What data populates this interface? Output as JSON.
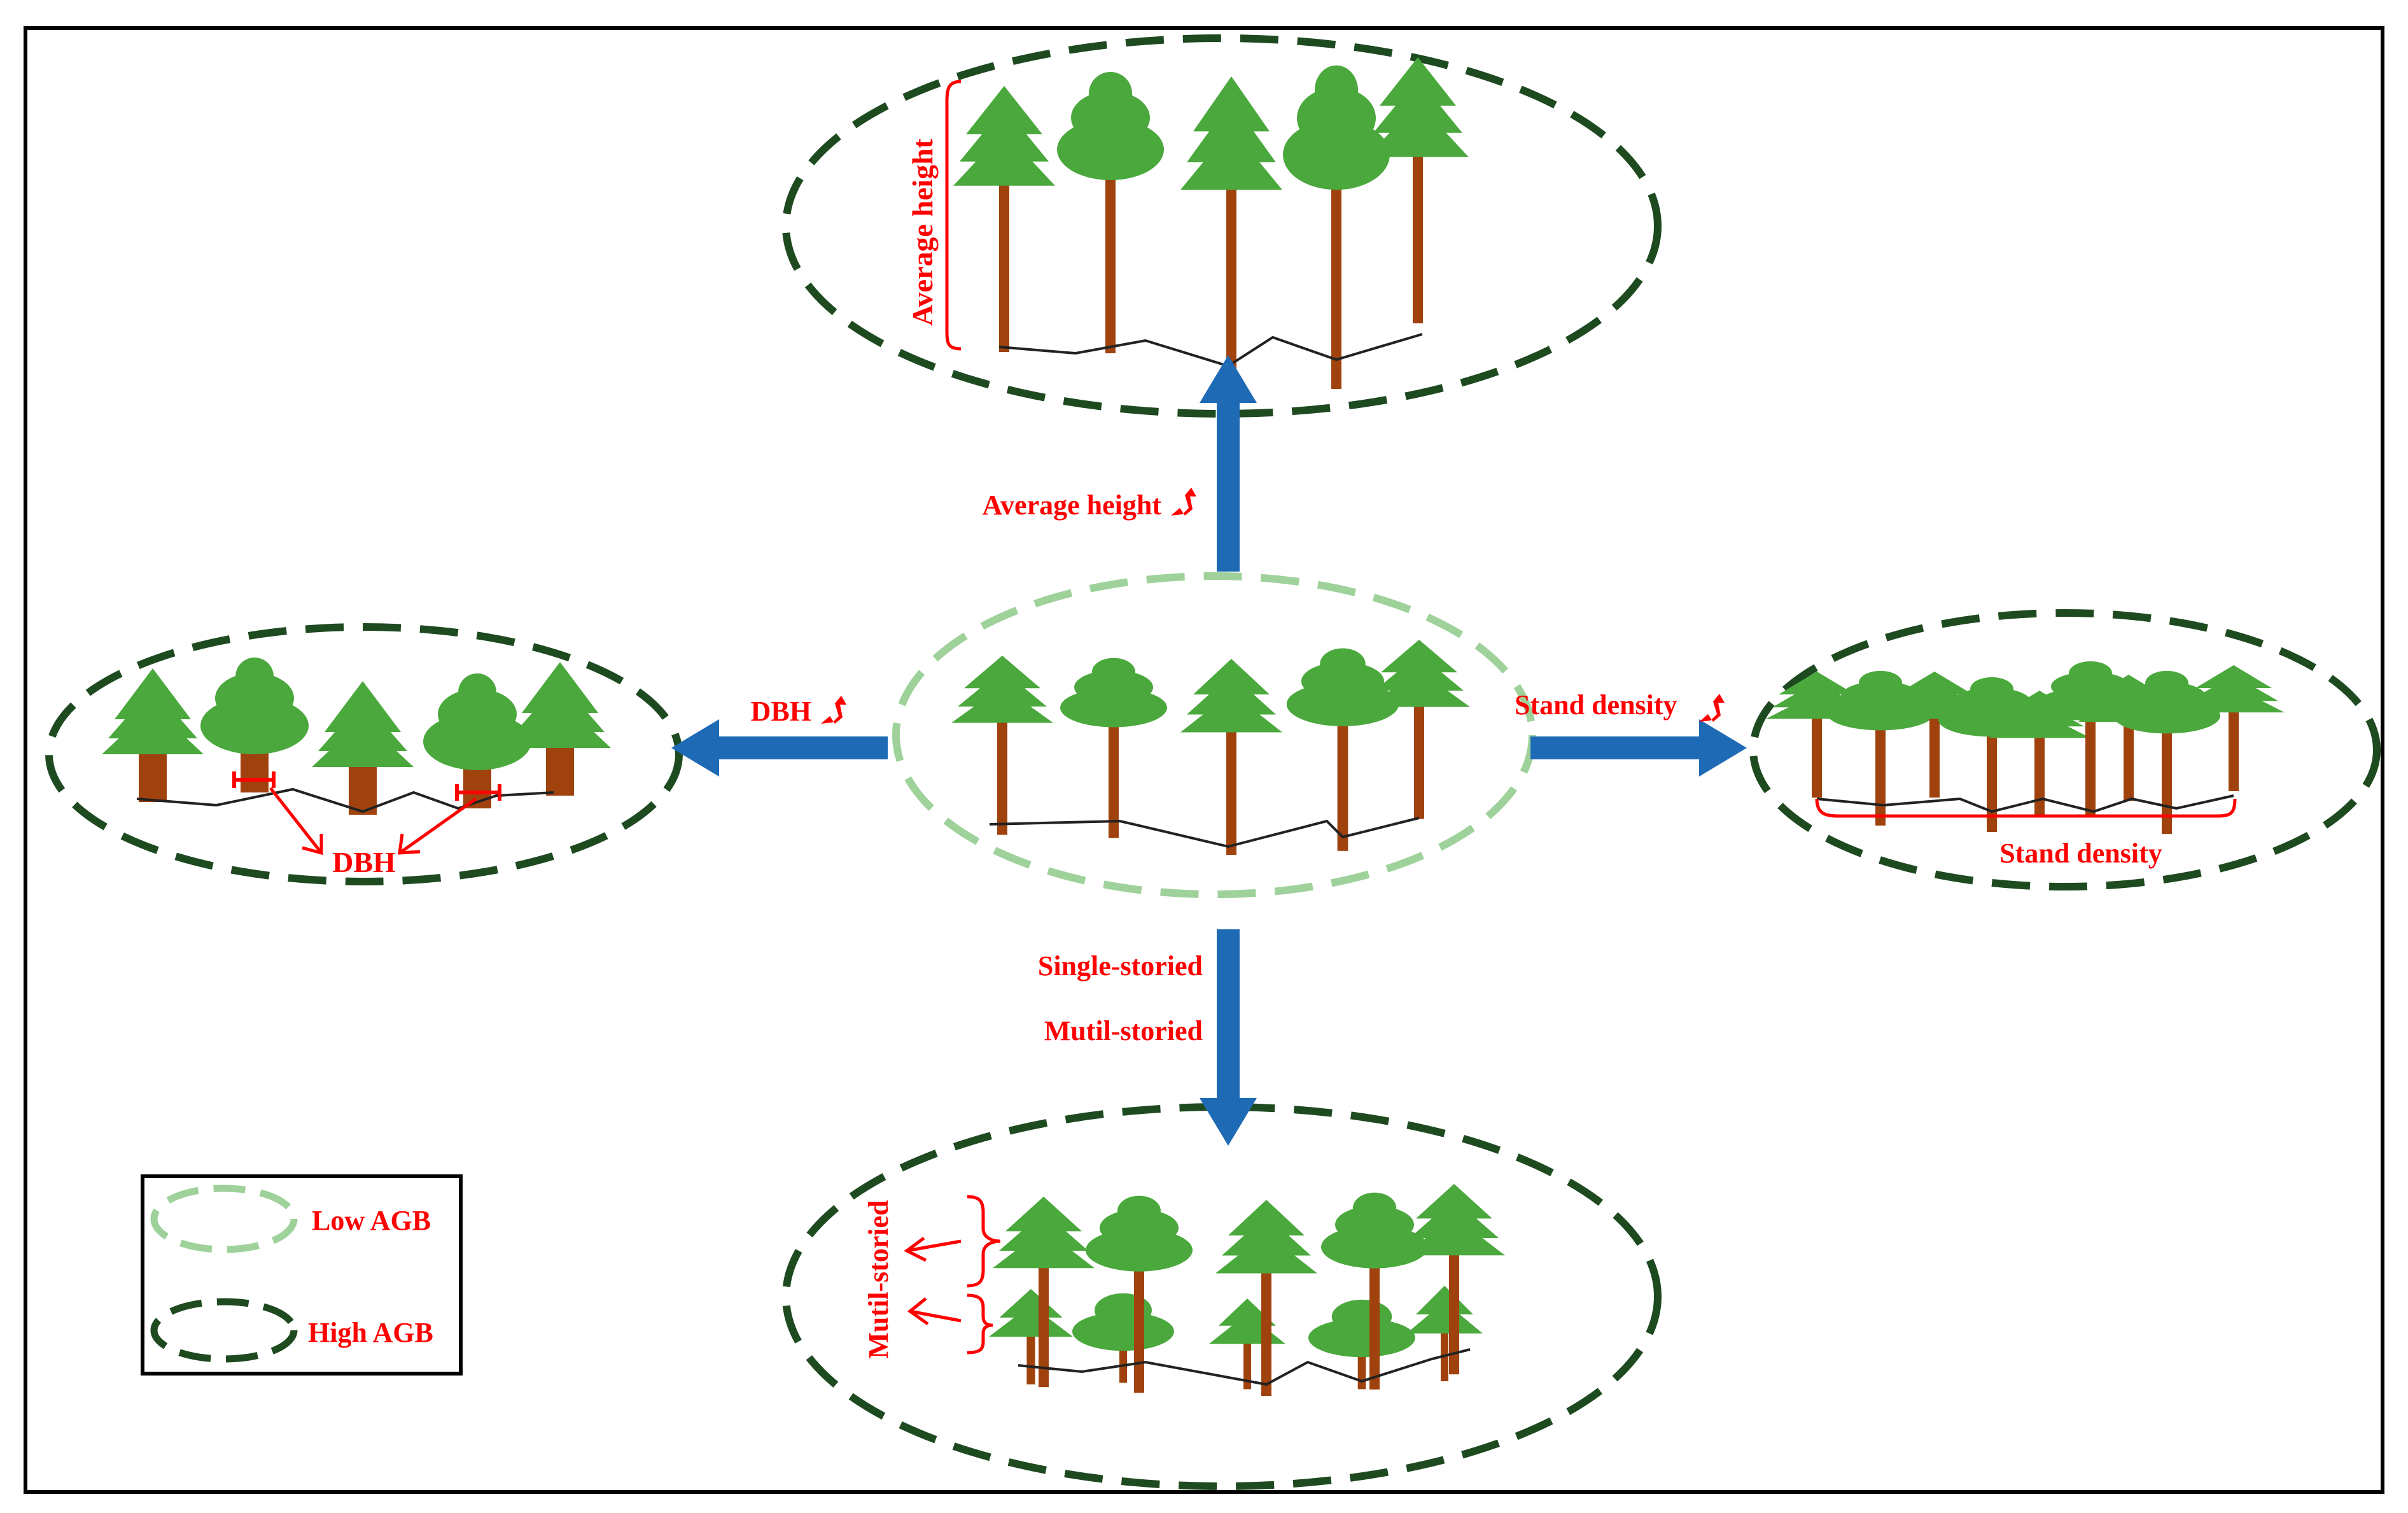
{
  "labels": {
    "top_arrow": "Average height",
    "top_bracket": "Average height",
    "left_arrow": "DBH",
    "left_inner": "DBH",
    "right_arrow": "Stand density",
    "right_inner": "Stand density",
    "down_arrow_1": "Single-storied",
    "down_arrow_2": "Mutil-storied",
    "bottom_bracket": "Mutil-storied"
  },
  "legend": {
    "low": "Low AGB",
    "high": "High AGB"
  },
  "colors": {
    "low_agb_ellipse": "#9ed29a",
    "high_agb_ellipse": "#1e4a20",
    "arrow": "#1f6ab5",
    "label": "#ff0000",
    "foliage": "#4aa83c",
    "trunk": "#a0420e",
    "ground": "#222222",
    "frame": "#000000"
  }
}
